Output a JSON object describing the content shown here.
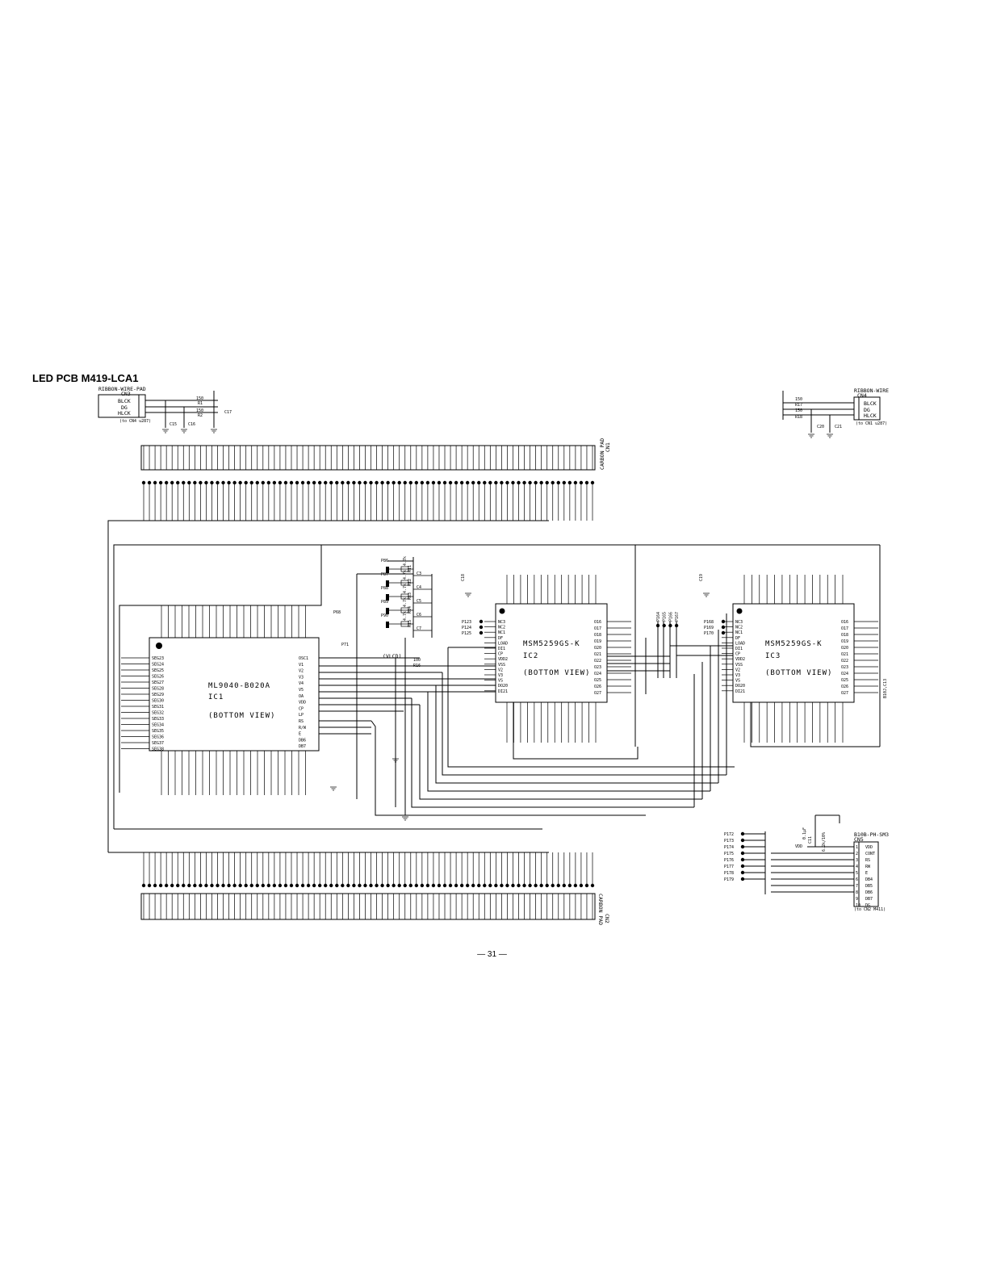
{
  "page": {
    "title": "LED PCB M419-LCA1",
    "page_number": "— 31 —"
  },
  "connectors": {
    "cn3": {
      "name": "CN3",
      "type": "RIBBON-WIRE-PAD",
      "pins": [
        "BLCK",
        "DG",
        "HLCK"
      ],
      "part": "(to CN4 u287)"
    },
    "cn4": {
      "name": "CN4",
      "type": "RIBBON-WIRE",
      "pins": [
        "BLCK",
        "DG",
        "HLCK"
      ],
      "part": "(to CN1 u287)"
    },
    "cn1": {
      "name": "CN1",
      "type": "CARBON PAD"
    },
    "cn2": {
      "name": "CN2",
      "type": "CARBON PAD"
    },
    "cn5": {
      "name": "CN5",
      "type": "B10B-PH-SM3",
      "pins": [
        "VDD",
        "CONT",
        "RS",
        "RW",
        "E",
        "DB4",
        "DB5",
        "DB6",
        "DB7",
        "DG"
      ],
      "part": "(to CN2 M411)"
    }
  },
  "resistors": {
    "top_left": [
      "R1",
      "150",
      "R2",
      "150"
    ],
    "top_right": [
      "150",
      "R17",
      "150",
      "R18"
    ],
    "r16": "R16",
    "r16_val": "100"
  },
  "capacitors": {
    "top_left": [
      "C15",
      "C16",
      "C17"
    ],
    "top_right": [
      "C20",
      "C21"
    ],
    "c18": "C18",
    "c19": "C19"
  },
  "ic1": {
    "part": "ML9040-B020A",
    "ref": "IC1",
    "note": "(BOTTOM VIEW)",
    "left_pins": [
      "SEG23",
      "SEG24",
      "SEG25",
      "SEG26",
      "SEG27",
      "SEG28",
      "SEG29",
      "SEG30",
      "SEG31",
      "SEG32",
      "SEG33",
      "SEG34",
      "SEG35",
      "SEG36",
      "SEG37",
      "SEG38"
    ],
    "right_pins": [
      "OSC1",
      "V1",
      "V2",
      "V3",
      "V4",
      "V5",
      "OA",
      "VDD",
      "CP",
      "LP",
      "RS",
      "R/W",
      "E",
      "DB6",
      "DB7"
    ],
    "vlcd": "(VLCD)"
  },
  "ic2": {
    "part": "MSM5259GS-K",
    "ref": "IC2",
    "note": "(BOTTOM VIEW)",
    "left_pins": [
      "NC3",
      "NC2",
      "NC1",
      "DF",
      "LOAD",
      "DI1",
      "CP",
      "VDD2",
      "VSS",
      "V2",
      "V3",
      "VS",
      "DO20",
      "DI21"
    ],
    "right_pins": [
      "O16",
      "O17",
      "O18",
      "O19",
      "O20",
      "O21",
      "O22",
      "O23",
      "O24",
      "O25",
      "O26",
      "O27"
    ]
  },
  "ic3": {
    "part": "MSM5259GS-K",
    "ref": "IC3",
    "note": "(BOTTOM VIEW)",
    "left_pins": [
      "NC3",
      "NC2",
      "NC1",
      "DF",
      "LOAD",
      "DI1",
      "CP",
      "VDD2",
      "VSS",
      "V2",
      "V3",
      "VS",
      "DO20",
      "DI21"
    ],
    "right_pins": [
      "O16",
      "O17",
      "O18",
      "O19",
      "O20",
      "O21",
      "O22",
      "O23",
      "O24",
      "O25",
      "O26",
      "O27"
    ]
  },
  "test_points": {
    "ic1_area": [
      "P68",
      "P71",
      "P86",
      "P87",
      "P88",
      "P89",
      "P90"
    ],
    "ic2_area": [
      "P123",
      "P124",
      "P125"
    ],
    "mid": [
      "P164",
      "P165",
      "P166",
      "P167"
    ],
    "ic3_area": [
      "P168",
      "P169",
      "P170"
    ],
    "cn5_area": [
      "P172",
      "P173",
      "P174",
      "P175",
      "P176",
      "P177",
      "P178",
      "P179"
    ]
  },
  "ladder": {
    "resistors": [
      "R11",
      "R12",
      "R13",
      "R14",
      "R15"
    ],
    "values": [
      "4.7k",
      "4.7k",
      "4.7k",
      "4.7k",
      "4.7k"
    ],
    "caps": [
      "C3",
      "C4",
      "C5",
      "C6",
      "C7"
    ]
  },
  "misc": {
    "c11": "C11",
    "c11_val": "0.1µF",
    "r5_val": "6.2k/10%",
    "cap_note": "B10J,C13",
    "vdd_label": "VDD"
  }
}
